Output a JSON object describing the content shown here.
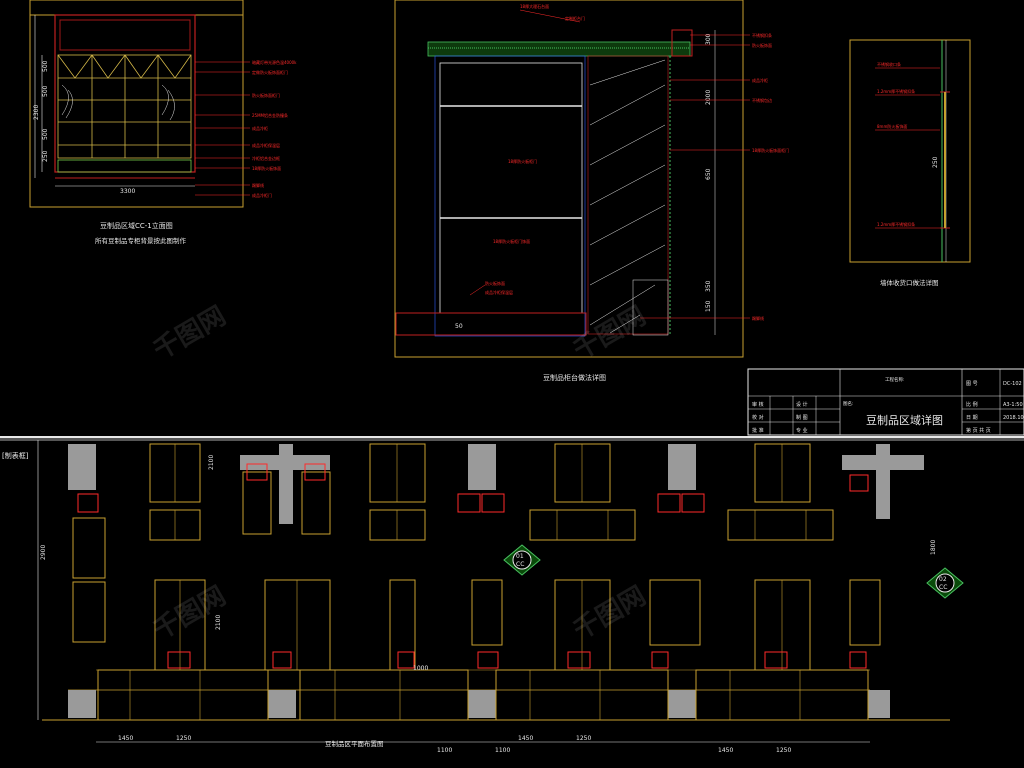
{
  "elevation_left": {
    "title": "豆制品区域CC-1立面图",
    "subtitle": "所有豆制品专柜背景按此图制作",
    "dim_width": "3300",
    "dim_height": "2300",
    "dims_left": [
      "500",
      "500",
      "500",
      "250"
    ],
    "notes": [
      "暗藏灯带光源色温4000k",
      "定做防火板饰面柜门",
      "防火板饰面柜门",
      "25MM铝合金防撞条",
      "成品冷柜",
      "成品冷柜保温层",
      "冷柜铝合金边框",
      "18厚防火板饰面",
      "踢脚线",
      "成品冷柜门"
    ]
  },
  "section_middle": {
    "title": "豆制品柜台做法详图",
    "dims_right": [
      "300",
      "2000",
      "650",
      "350",
      "150"
    ],
    "dim_bottom_left": "50",
    "notes_right": [
      "不锈钢扣条",
      "防火板饰面",
      "成品冷柜",
      "不锈钢包边",
      "18厚防火板饰面柜门",
      "踢脚线"
    ],
    "notes_top": [
      "18厚大理石台面",
      "定制柜台门"
    ],
    "notes_inner": [
      "18厚防火板柜门",
      "18厚防火板柜门饰面",
      "防火板饰面",
      "成品冷柜保温层"
    ]
  },
  "detail_right": {
    "title": "墙体收货口做法详图",
    "dim": "250",
    "notes": [
      "不锈钢收口条",
      "1.2mm厚不锈钢扣条",
      "8mm防火板饰面",
      "1.2mm厚不锈钢扣条"
    ]
  },
  "title_block": {
    "project_label": "工程名称:",
    "drawing_title": "豆制品区域详图",
    "small_label": "图名:",
    "rows": [
      {
        "a": "审 核",
        "b": "设 计"
      },
      {
        "a": "校 对",
        "b": "制 图"
      },
      {
        "a": "批 准",
        "b": "专 业"
      }
    ],
    "right_labels": [
      "图 号",
      "比 例",
      "日 期",
      "第 页 共 页"
    ],
    "right_values": [
      "DC-102",
      "A3-1:50",
      "2018.10",
      ""
    ]
  },
  "plan": {
    "title": "豆制品区平面布置图",
    "left_tab": "[制表框]",
    "dims_vertical": [
      "2100",
      "2100",
      "1000",
      "2900",
      "1800"
    ],
    "dims_bottom": [
      "1450",
      "1250",
      "1100",
      "1100",
      "1450",
      "1250",
      "1450",
      "1250"
    ],
    "marks": [
      "01",
      "CC",
      "02",
      "CC"
    ]
  },
  "watermark": "千图网"
}
